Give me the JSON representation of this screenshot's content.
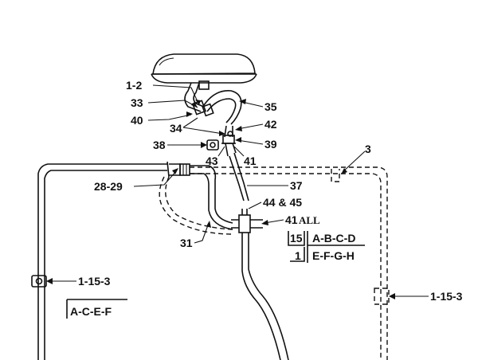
{
  "diagram": {
    "callouts": {
      "c_1_2": "1-2",
      "c_33": "33",
      "c_40": "40",
      "c_34": "34",
      "c_35": "35",
      "c_42": "42",
      "c_38": "38",
      "c_39": "39",
      "c_43": "43",
      "c_41": "41",
      "c_3": "3",
      "c_28_29": "28-29",
      "c_37": "37",
      "c_44_45": "44 & 45",
      "c_41_all_num": "41",
      "c_41_all_text": "ALL",
      "c_31": "31",
      "c_1_15_3_left": "1-15-3",
      "c_1_15_3_right": "1-15-3"
    },
    "codes": {
      "qty_top": "15",
      "qty_bottom": "1",
      "models_top": "A-B-C-D",
      "models_bottom": "E-F-G-H",
      "models_left": "A-C-E-F"
    }
  }
}
